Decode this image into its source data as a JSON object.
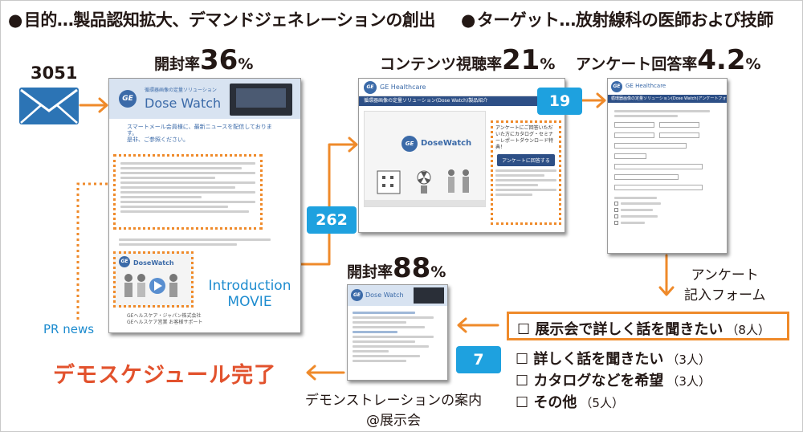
{
  "header": {
    "goal": "目的…製品認知拡大、デマンドジェネレーションの創出",
    "target": "ターゲット…放射線科の医師および技師",
    "bullet": "●"
  },
  "email": {
    "count": "3051",
    "icon": "envelope-icon"
  },
  "metrics": {
    "open_rate_1": {
      "label": "開封率",
      "value": "36",
      "unit": "%"
    },
    "view_rate": {
      "label": "コンテンツ視聴率",
      "value": "21",
      "unit": "%"
    },
    "survey_rate": {
      "label": "アンケート回答率",
      "value": "4.2",
      "unit": "%"
    },
    "open_rate_2": {
      "label": "開封率",
      "value": "88",
      "unit": "%"
    }
  },
  "badges": {
    "viewers": "262",
    "respondents": "19",
    "booked": "7"
  },
  "labels": {
    "pr_news": "PR news",
    "intro_line1": "Introduction",
    "intro_line2": "MOVIE",
    "survey_form_line1": "アンケート",
    "survey_form_line2": "記入フォーム",
    "demo_done": "デモスケジュール完了",
    "demo_caption_line1": "デモンストレーションの案内",
    "demo_caption_line2": "@展示会"
  },
  "survey_options": [
    {
      "label": "展示会で詳しく話を聞きたい",
      "count": "（8人）"
    },
    {
      "label": "詳しく話を聞きたい",
      "count": "（3人）"
    },
    {
      "label": "カタログなどを希望",
      "count": "（3人）"
    },
    {
      "label": "その他",
      "count": "（5人）"
    }
  ],
  "checkbox_glyph": "☐",
  "screens": {
    "newsletter": {
      "brand_small": "循環器画像の定量ソリューション",
      "brand": "Dose Watch",
      "intro_line1": "スマートメール会員様に、最新ニュースを配信しております。",
      "intro_line2": "是非、ご参照ください。",
      "movie_brand": "DoseWatch",
      "footer_line1": "GEヘルスケア・ジャパン株式会社",
      "footer_line2": "GEヘルスケア営業 お客様サポート"
    },
    "video_page": {
      "brand": "GE Healthcare",
      "title": "循環器画像の定量ソリューション(Dose Watch)製品紹介",
      "product": "DoseWatch",
      "side_text": "アンケートにご回答いただいた方にカタログ・セミナーレポートダウンロード特典！",
      "button": "アンケートに回答する"
    },
    "survey_form": {
      "brand": "GE Healthcare",
      "title": "循環器画像の定量ソリューション(Dose Watch)アンケートフォーム"
    },
    "invite": {
      "brand": "Dose Watch"
    }
  },
  "colors": {
    "orange": "#ef8a2a",
    "blue_badge": "#1ea1df",
    "red_text": "#e2522d",
    "blue_text": "#1e8ccf"
  }
}
